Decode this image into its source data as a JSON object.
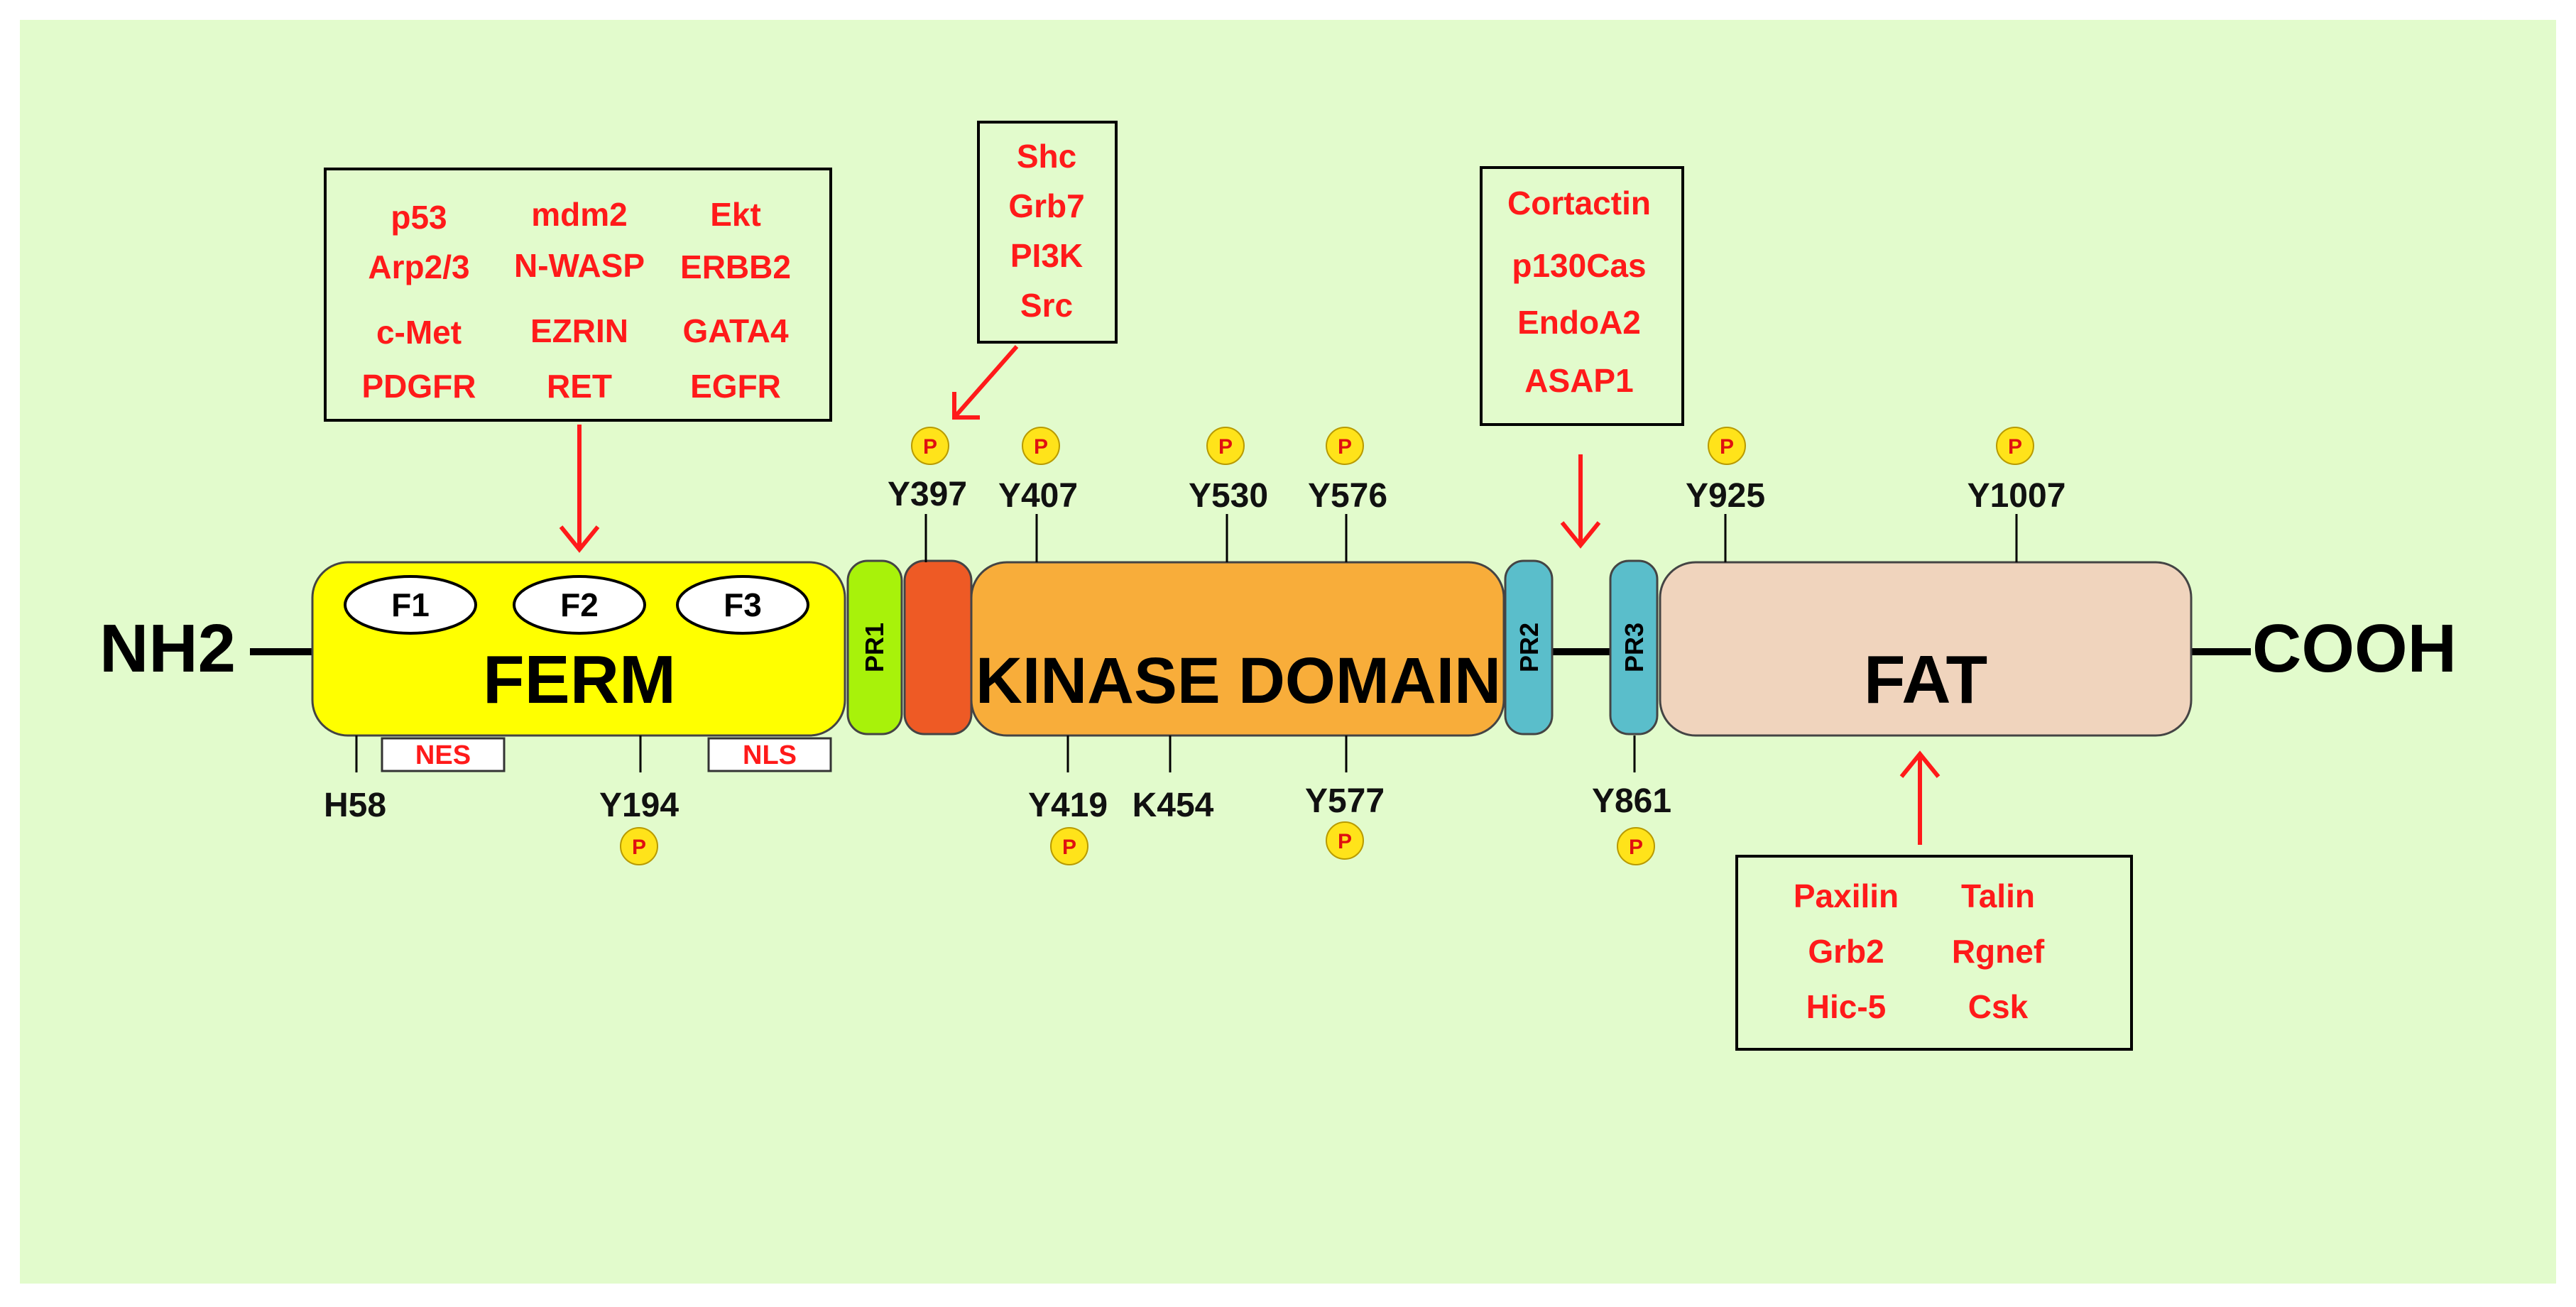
{
  "colors": {
    "background": "#e2fbcc",
    "ferm": "#ffff00",
    "kinase": "#f8ad3a",
    "fat": "#f0d4bd",
    "pr1": "#a8f20a",
    "pr_linker": "#ee5a25",
    "pr2_pr3": "#5abecb",
    "phospho": "#ffe31a",
    "interactor_text": "#ff1a1a"
  },
  "termini": {
    "n": "NH2",
    "c": "COOH"
  },
  "domains": {
    "ferm": "FERM",
    "kinase": "KINASE DOMAIN",
    "fat": "FAT",
    "pr1": "PR1",
    "pr2": "PR2",
    "pr3": "PR3",
    "subdomains": [
      "F1",
      "F2",
      "F3"
    ]
  },
  "signals": {
    "nes": "NES",
    "nls": "NLS"
  },
  "phospho_symbol": "P",
  "sites_top": [
    "Y397",
    "Y407",
    "Y530",
    "Y576",
    "Y925",
    "Y1007"
  ],
  "sites_bottom": [
    "H58",
    "Y194",
    "Y419",
    "K454",
    "Y577",
    "Y861"
  ],
  "interactors": {
    "ferm": [
      "p53",
      "mdm2",
      "Ekt",
      "Arp2/3",
      "N-WASP",
      "ERBB2",
      "c-Met",
      "EZRIN",
      "GATA4",
      "PDGFR",
      "RET",
      "EGFR"
    ],
    "y397": [
      "Shc",
      "Grb7",
      "PI3K",
      "Src"
    ],
    "pr2": [
      "Cortactin",
      "p130Cas",
      "EndoA2",
      "ASAP1"
    ],
    "fat": [
      "Paxilin",
      "Talin",
      "Grb2",
      "Rgnef",
      "Hic-5",
      "Csk"
    ]
  }
}
